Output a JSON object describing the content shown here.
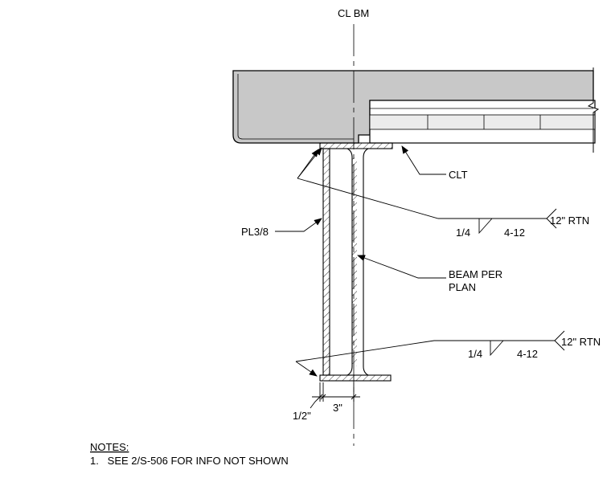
{
  "drawing": {
    "centerline_label": "CL BM",
    "clt_label": "CLT",
    "plate_label": "PL3/8",
    "beam_label_line1": "BEAM PER",
    "beam_label_line2": "PLAN",
    "weld_top": {
      "size": "1/4",
      "spacing": "4-12",
      "return": "12\" RTN"
    },
    "weld_bottom": {
      "size": "1/4",
      "spacing": "4-12",
      "return": "12\" RTN"
    },
    "dim_edge": "1/2\"",
    "dim_offset": "3\""
  },
  "notes": {
    "title": "NOTES:",
    "items": [
      "1.   SEE 2/S-506 FOR INFO NOT SHOWN"
    ]
  },
  "colors": {
    "concrete": "#c8c8c8",
    "clt_band": "#ececec",
    "line": "#000000"
  }
}
